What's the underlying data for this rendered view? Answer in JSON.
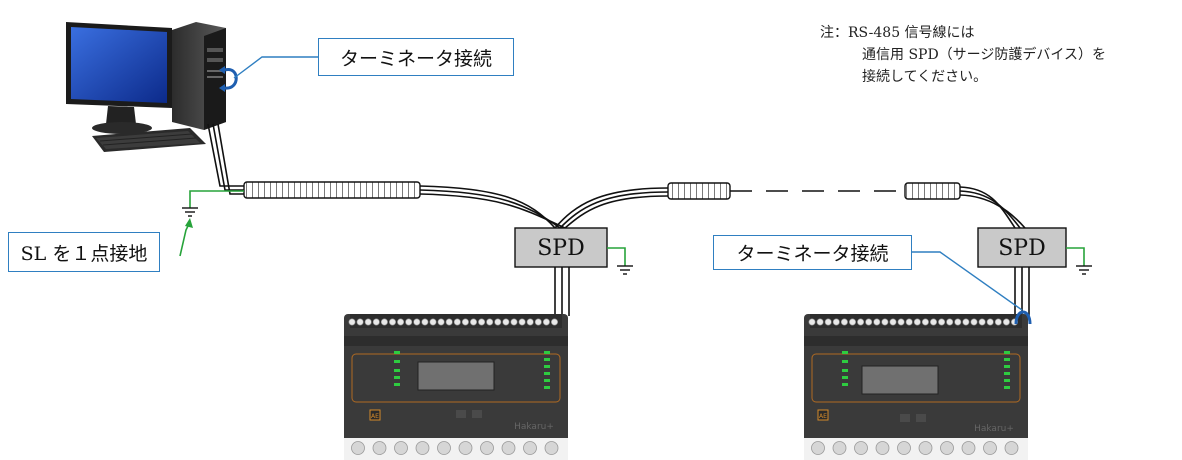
{
  "note": {
    "line1": "注：RS-485 信号線には",
    "line2": "通信用 SPD（サージ防護デバイス）を",
    "line3": "接続してください。"
  },
  "callouts": {
    "terminator_pc": "ターミネータ接続",
    "ground": "SL を１点接地",
    "terminator_device": "ターミネータ接続"
  },
  "spd": {
    "left_label": "SPD",
    "right_label": "SPD"
  },
  "devices": {
    "left": {
      "brand": "Hakaru+",
      "panel_label": "AE"
    },
    "right": {
      "brand": "Hakaru+",
      "panel_label": "AE"
    }
  },
  "colors": {
    "callout_border": "#2f7fc1",
    "terminator": "#1f5fb0",
    "ground_line": "#27a33a",
    "spd_fill": "#c9c9c9",
    "led": "#2ecc40"
  }
}
